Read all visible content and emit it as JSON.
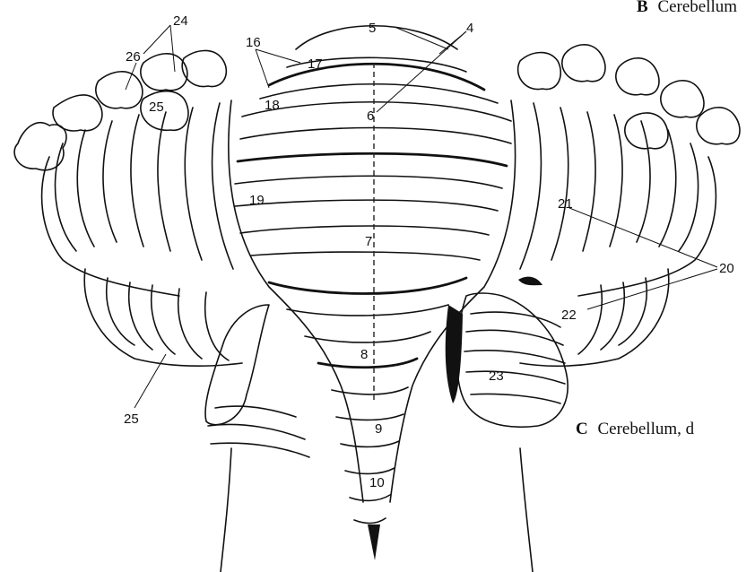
{
  "captions": {
    "b": {
      "letter": "B",
      "text": "Cerebellum"
    },
    "c": {
      "letter": "C",
      "text": "Cerebellum, d"
    }
  },
  "labels": [
    "24",
    "26",
    "25",
    "16",
    "17",
    "18",
    "5",
    "4",
    "6",
    "19",
    "7",
    "21",
    "20",
    "22",
    "8",
    "23",
    "25",
    "9",
    "10"
  ]
}
